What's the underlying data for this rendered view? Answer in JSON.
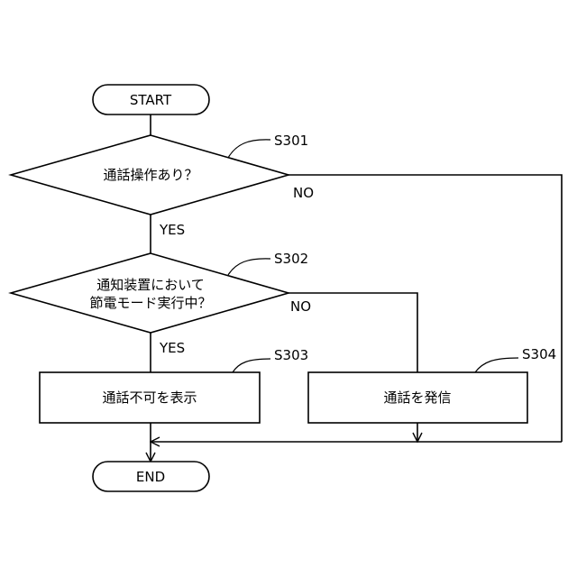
{
  "nodes": {
    "start": "START",
    "end": "END",
    "s301": {
      "text": "通話操作あり？",
      "step": "S301"
    },
    "s302": {
      "line1": "通知装置において",
      "line2": "節電モード実行中？",
      "step": "S302"
    },
    "s303": {
      "text": "通話不可を表示",
      "step": "S303"
    },
    "s304": {
      "text": "通話を発信",
      "step": "S304"
    }
  },
  "edges": {
    "s301_yes": "YES",
    "s301_no": "NO",
    "s302_yes": "YES",
    "s302_no": "NO"
  }
}
